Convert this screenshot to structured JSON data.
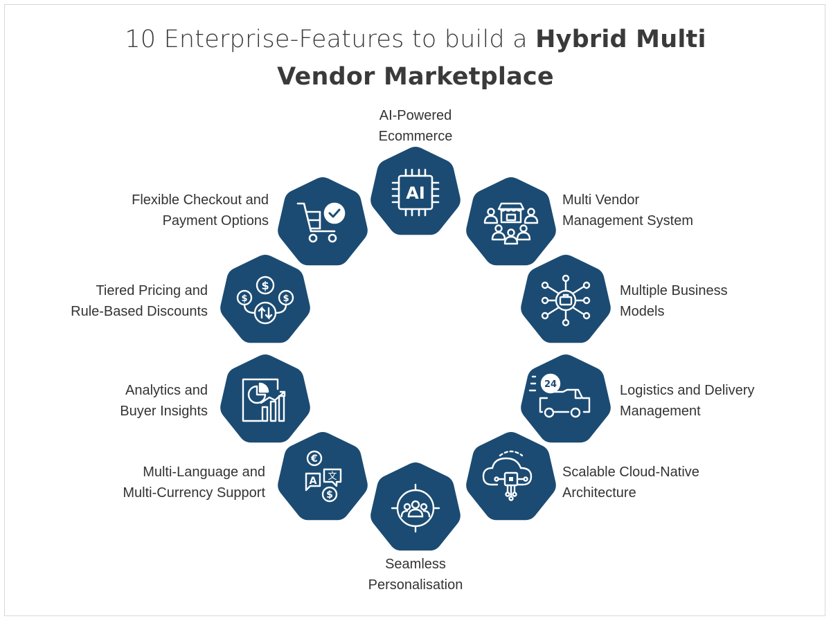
{
  "title": {
    "line1_regular": "10 Enterprise-Features to build a ",
    "line1_bold": "Hybrid Multi",
    "line2": "Vendor Marketplace"
  },
  "colors": {
    "hexagon_fill": "#1b4b72",
    "icon_stroke": "#ffffff",
    "text": "#333333"
  },
  "features": [
    {
      "lines": [
        "AI-Powered",
        "Ecommerce"
      ],
      "icon": "ai-chip-icon",
      "icon_text": "AI"
    },
    {
      "lines": [
        "Multi Vendor",
        "Management System"
      ],
      "icon": "vendor-store-people-icon"
    },
    {
      "lines": [
        "Multiple Business",
        "Models"
      ],
      "icon": "briefcase-network-icon"
    },
    {
      "lines": [
        "Logistics and Delivery",
        "Management"
      ],
      "icon": "delivery-truck-24-icon",
      "icon_text": "24"
    },
    {
      "lines": [
        "Scalable Cloud-Native",
        "Architecture"
      ],
      "icon": "cloud-circuit-icon"
    },
    {
      "lines": [
        "Seamless",
        "Personalisation"
      ],
      "icon": "target-users-icon"
    },
    {
      "lines": [
        "Multi-Language and",
        "Multi-Currency Support"
      ],
      "icon": "language-currency-icon",
      "icon_text": [
        "€",
        "A",
        "文",
        "$"
      ]
    },
    {
      "lines": [
        "Analytics and",
        "Buyer Insights"
      ],
      "icon": "analytics-report-icon"
    },
    {
      "lines": [
        "Tiered Pricing and",
        "Rule-Based Discounts"
      ],
      "icon": "tiered-pricing-icon",
      "icon_text": [
        "$",
        "$",
        "$"
      ]
    },
    {
      "lines": [
        "Flexible Checkout and",
        "Payment Options"
      ],
      "icon": "cart-check-icon"
    }
  ]
}
